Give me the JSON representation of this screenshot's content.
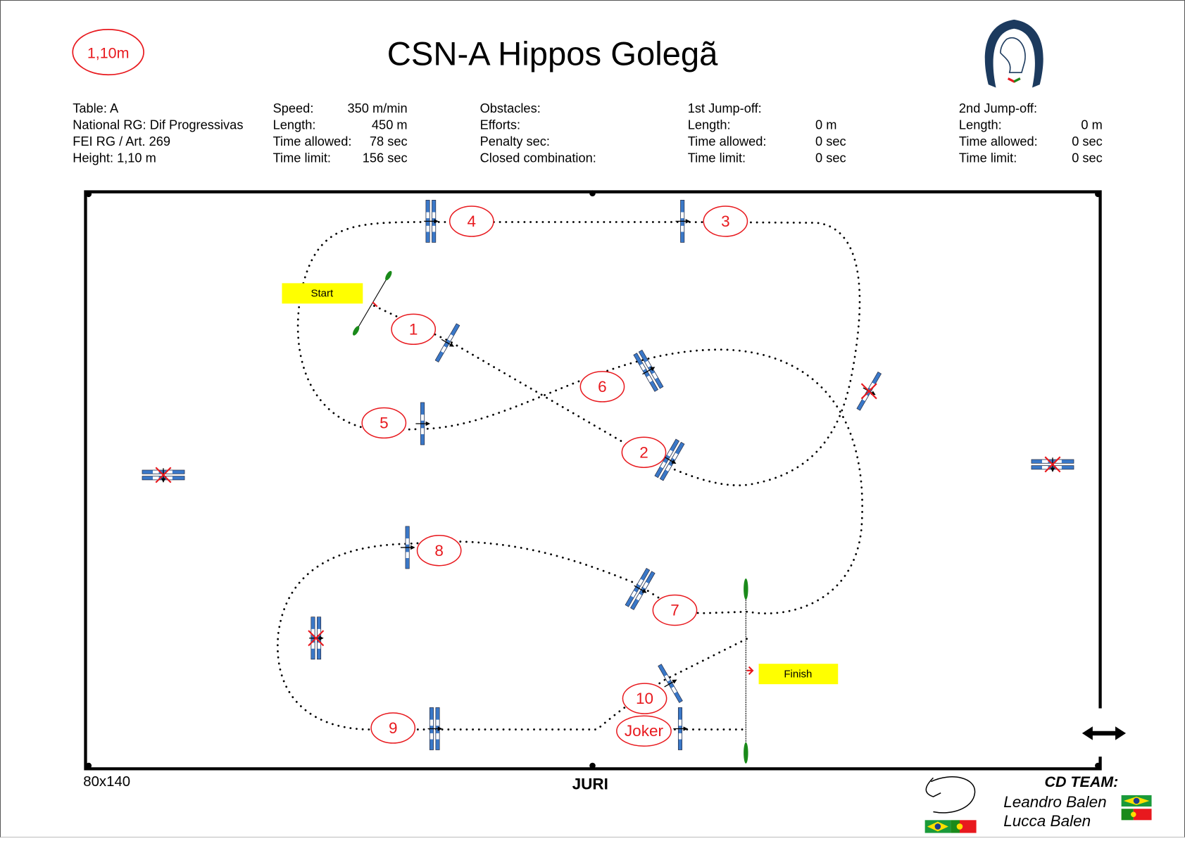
{
  "header": {
    "height_badge": "1,10m",
    "title": "CSN-A Hippos Golegã",
    "logo": "federacao-equestre-portuguesa-logo"
  },
  "info": {
    "col1": [
      "Table: A",
      "National RG: Dif Progressivas",
      "FEI RG / Art. 269",
      "Height: 1,10 m"
    ],
    "col2": [
      {
        "label": "Speed:",
        "value": "350 m/min"
      },
      {
        "label": "Length:",
        "value": "450 m"
      },
      {
        "label": "Time allowed:",
        "value": "78 sec"
      },
      {
        "label": "Time limit:",
        "value": "156 sec"
      }
    ],
    "col3": [
      "Obstacles:",
      "Efforts:",
      "Penalty sec:",
      "Closed combination:"
    ],
    "jumpoff1": {
      "title": "1st Jump-off:",
      "rows": [
        {
          "label": "Length:",
          "value": "0 m"
        },
        {
          "label": "Time allowed:",
          "value": "0 sec"
        },
        {
          "label": "Time limit:",
          "value": "0 sec"
        }
      ]
    },
    "jumpoff2": {
      "title": "2nd Jump-off:",
      "rows": [
        {
          "label": "Length:",
          "value": "0 m"
        },
        {
          "label": "Time allowed:",
          "value": "0 sec"
        },
        {
          "label": "Time limit:",
          "value": "0 sec"
        }
      ]
    }
  },
  "arena": {
    "size_label": "80x140",
    "jury_label": "JURI",
    "start_label": "Start",
    "finish_label": "Finish",
    "gate_icon": "double-arrow-icon"
  },
  "obstacles": [
    {
      "label": "1"
    },
    {
      "label": "2"
    },
    {
      "label": "3"
    },
    {
      "label": "4"
    },
    {
      "label": "5"
    },
    {
      "label": "6"
    },
    {
      "label": "7"
    },
    {
      "label": "8"
    },
    {
      "label": "9"
    },
    {
      "label": "10"
    },
    {
      "label": "Joker"
    }
  ],
  "footer": {
    "team_title": "CD TEAM:",
    "members": [
      "Leandro Balen",
      "Lucca Balen"
    ]
  },
  "colors": {
    "marker_red": "#e8191e",
    "rail_blue": "#3a78c8",
    "start_yellow": "#ffff00",
    "flag_green": "#1a8a1a"
  }
}
